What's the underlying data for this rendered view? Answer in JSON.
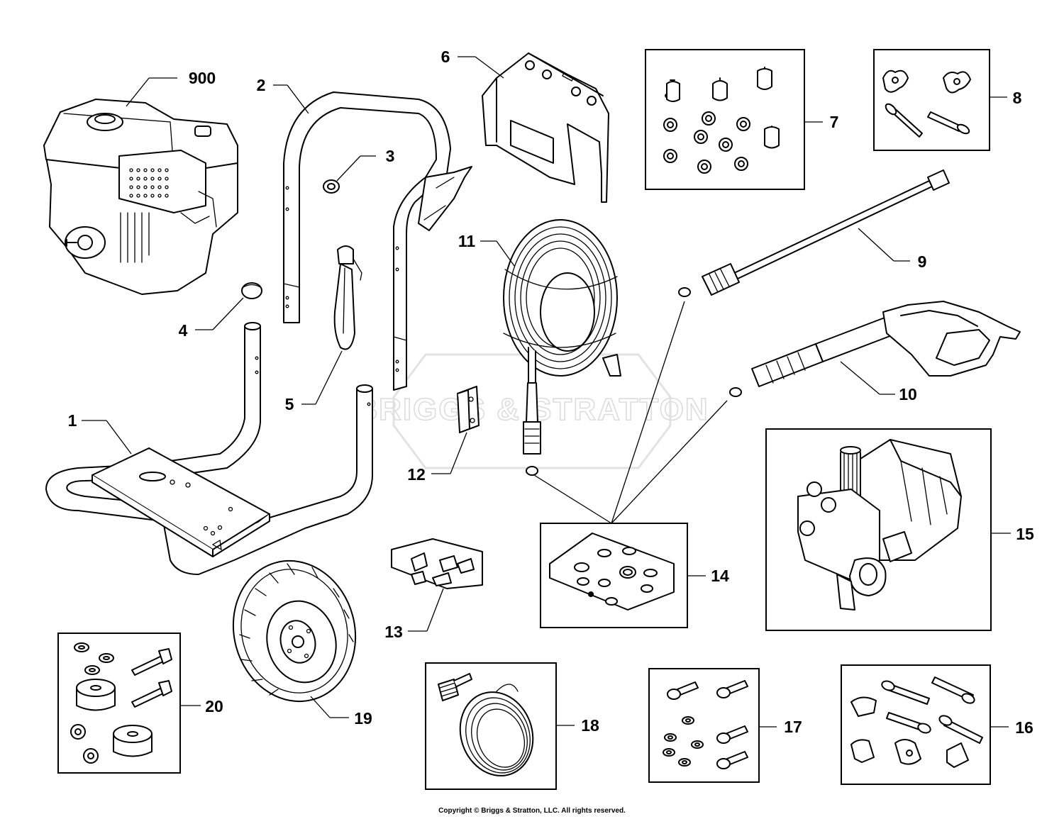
{
  "watermark": "BRIGGS & STRATTON",
  "copyright": "Copyright © Briggs & Stratton, LLC. All rights reserved.",
  "callouts": {
    "c900": "900",
    "c1": "1",
    "c2": "2",
    "c3": "3",
    "c4": "4",
    "c5": "5",
    "c6": "6",
    "c7": "7",
    "c8": "8",
    "c9": "9",
    "c10": "10",
    "c11": "11",
    "c12": "12",
    "c13": "13",
    "c14": "14",
    "c15": "15",
    "c16": "16",
    "c17": "17",
    "c18": "18",
    "c19": "19",
    "c20": "20"
  }
}
